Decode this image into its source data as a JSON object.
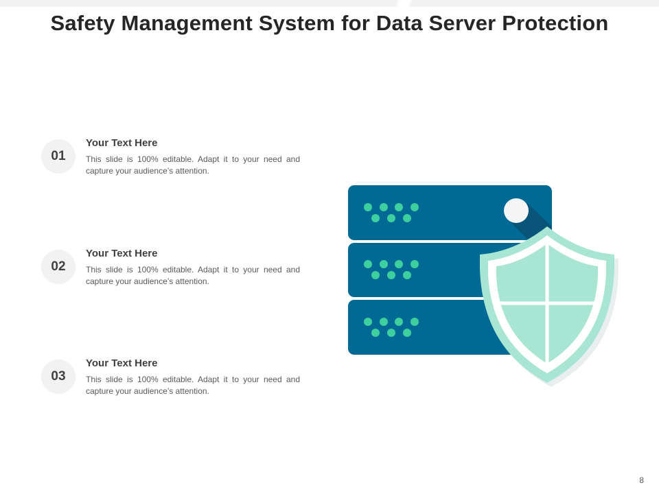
{
  "slide": {
    "title": "Safety Management System for Data Server Protection",
    "page_number": "8"
  },
  "items": [
    {
      "number": "01",
      "heading": "Your Text Here",
      "description": "This slide is 100% editable. Adapt it to your need and capture your audience’s attention."
    },
    {
      "number": "02",
      "heading": "Your Text Here",
      "description": "This slide is 100% editable. Adapt it to your need and capture your audience’s attention."
    },
    {
      "number": "03",
      "heading": "Your Text Here",
      "description": "This slide is 100% editable. Adapt it to your need and capture your audience’s attention."
    }
  ],
  "illustration": {
    "icon": "server-shield-icon",
    "server_color": "#006994",
    "dot_color": "#3ecf9e",
    "shield_outer_color": "#a8e6d3",
    "shield_inner_color": "#a8e6d3",
    "shield_rim_color": "#ffffff"
  }
}
